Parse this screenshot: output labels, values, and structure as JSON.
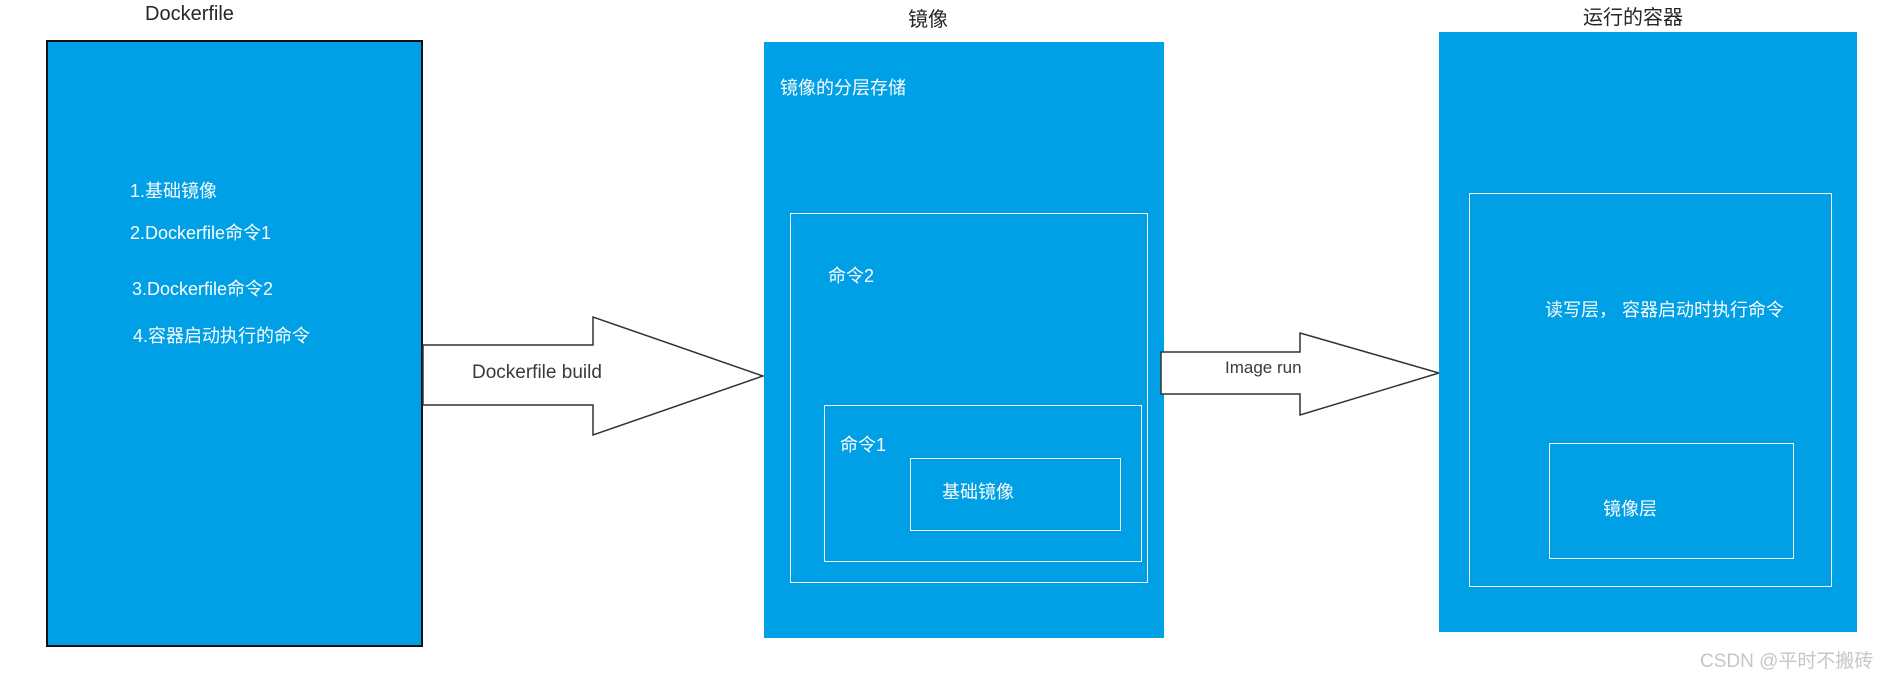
{
  "colors": {
    "box_fill": "#00A0E6",
    "box_border": "#111111",
    "inner_border": "#f4fbff",
    "label_text": "#fcfdfe",
    "title_text": "#262626",
    "arrow_fill": "#ffffff",
    "arrow_outline": "#333333",
    "watermark_text": "#c6c6c6"
  },
  "dockerfile": {
    "title": "Dockerfile",
    "items": [
      "1.基础镜像",
      "2.Dockerfile命令1",
      "3.Dockerfile命令2",
      "4.容器启动执行的命令"
    ]
  },
  "image": {
    "title": "镜像",
    "storage_label": "镜像的分层存储",
    "cmd2_label": "命令2",
    "cmd1_label": "命令1",
    "base_label": "基础镜像"
  },
  "container": {
    "title": "运行的容器",
    "rw_label": "读写层， 容器启动时执行命令",
    "image_layer_label": "镜像层"
  },
  "arrows": {
    "build_label": "Dockerfile build",
    "run_label": "Image run"
  },
  "watermark": "CSDN @平时不搬砖"
}
